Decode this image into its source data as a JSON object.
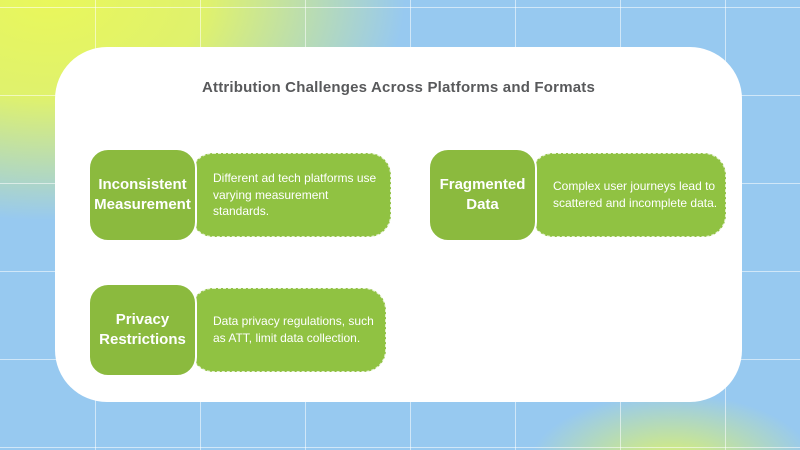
{
  "title": "Attribution Challenges Across Platforms and Formats",
  "cards": [
    {
      "heading": "Inconsistent Measurement",
      "description": "Different ad tech platforms use varying measurement standards."
    },
    {
      "heading": "Fragmented Data",
      "description": "Complex user journeys lead to scattered and incomplete data."
    },
    {
      "heading": "Privacy Restrictions",
      "description": "Data privacy regulations, such as ATT, limit data collection."
    }
  ],
  "colors": {
    "bg_yellow": "#e9f75b",
    "bg_blue": "#97c9f0",
    "panel": "#ffffff",
    "card_green": "#8bba3e",
    "card_green_light": "#90c242",
    "title_text": "#58595b",
    "card_text": "#ffffff"
  }
}
